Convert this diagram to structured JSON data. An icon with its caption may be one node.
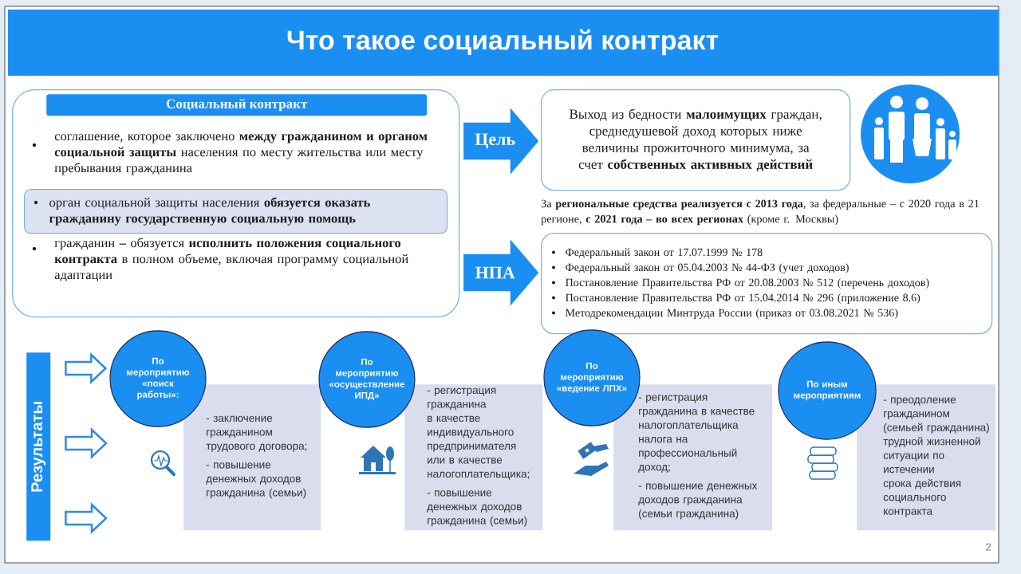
{
  "diagram": {
    "title": "Что такое социальный контракт",
    "nodes": [
      {
        "text": [
          "соглашение, которое заключено **между гражданином и органом социальной защиты** населения по месту жительства или месту пребывания гражданина",
          "гражданин **–** обязуется **исполнить положения социального контракта** в полном объеме, включая программу социальной адаптации"
        ]
      },
      {
        "text": [
          "Социальный контракт"
        ],
        "in": 0
      },
      {
        "text": [
          "орган социальной защиты населения **обязуется оказать гражданину государственную социальную помощь**"
        ],
        "in": 0
      },
      {
        "text": [
          "Выход из бедности **малоимущих** граждан, среднедушевой доход которых ниже величины прожиточного минимума, за счет **собственных активных действий**"
        ]
      },
      {
        "text": [
          "Федеральный закон от 17.07.1999 № 178",
          "Федеральный закон от 05.04.2003 № 44-ФЗ (учет доходов)",
          "Постановление Правительства РФ от 20.08.2003 № 512 (перечень доходов)",
          "Постановление Правительства РФ от 15.04.2014 № 296 (приложение 8.6)",
          "Методрекомендации Минтруда России (приказ от 03.08.2021 № 536)"
        ]
      },
      {
        "text": [
          "Результаты"
        ]
      },
      {
        "text": [
          "По мероприятию «поиск работы»:"
        ]
      },
      {
        "text": [
          "- заключение гражданином трудового договора;",
          "- повышение денежных доходов гражданина (семьи)"
        ]
      },
      {
        "text": [
          "По мероприятию «осуществление ИПД»"
        ]
      },
      {
        "text": [
          "- регистрация гражданина в качестве индивидуального предпринимателя или в качестве налогоплательщика;",
          "- повышение денежных доходов гражданина (семьи)"
        ]
      },
      {
        "text": [
          "По мероприятию «ведение ЛПХ»"
        ]
      },
      {
        "text": [
          "- регистрация гражданина в качестве налогоплательщика налога на профессиональный доход;",
          "- повышение денежных доходов гражданина (семьи гражданина)"
        ]
      },
      {
        "text": [
          "По иным мероприятиям"
        ]
      },
      {
        "text": [
          "- преодоление гражданином (семьей гражданина) трудной жизненной ситуации по истечении срока действия социального контракта"
        ]
      }
    ],
    "edges": [
      {
        "from": 0,
        "to": 3,
        "arrow": "to",
        "label": "Цель"
      },
      {
        "from": 0,
        "to": 4,
        "arrow": "to",
        "label": "НПА"
      },
      {
        "from": 5,
        "to": 6,
        "arrow": "to"
      },
      {
        "from": 5,
        "to": null,
        "arrow": "to"
      },
      {
        "from": 5,
        "to": null,
        "arrow": "to"
      }
    ],
    "labels": [
      "За **региональные средства реализуется с 2013 года**, за федеральные – с 2020 года в 21 регионе, **с 2021 года – во всех регионах** (кроме г. Москвы)",
      "2"
    ]
  }
}
